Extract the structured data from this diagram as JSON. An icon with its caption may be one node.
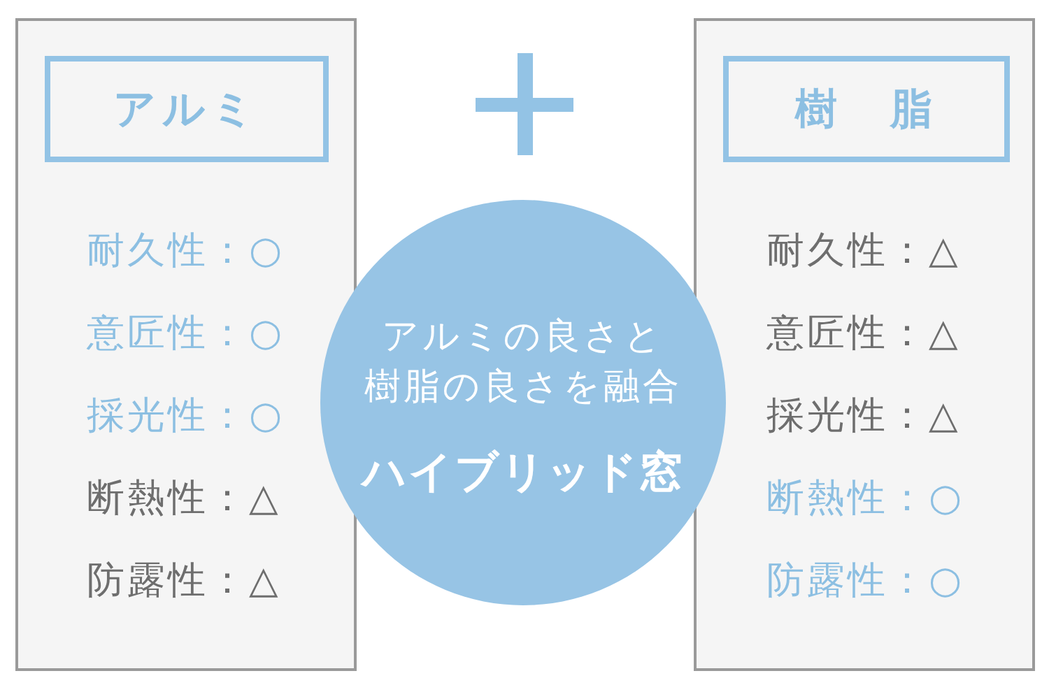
{
  "diagram": {
    "nodes": [
      {
        "text": [
          "耐久性：○",
          "意匠性：○",
          "採光性：○",
          "断熱性：△",
          "防露性：△"
        ]
      },
      {
        "text": [
          "アルミ"
        ],
        "in": 0
      },
      {
        "text": [
          "耐久性：△",
          "意匠性：△",
          "採光性：△",
          "断熱性：○",
          "防露性：○"
        ]
      },
      {
        "text": [
          "樹　脂"
        ],
        "in": 2
      },
      {
        "text": [
          "アルミの良さと樹脂の良さを融合",
          "ハイブリッド窓"
        ]
      }
    ]
  }
}
